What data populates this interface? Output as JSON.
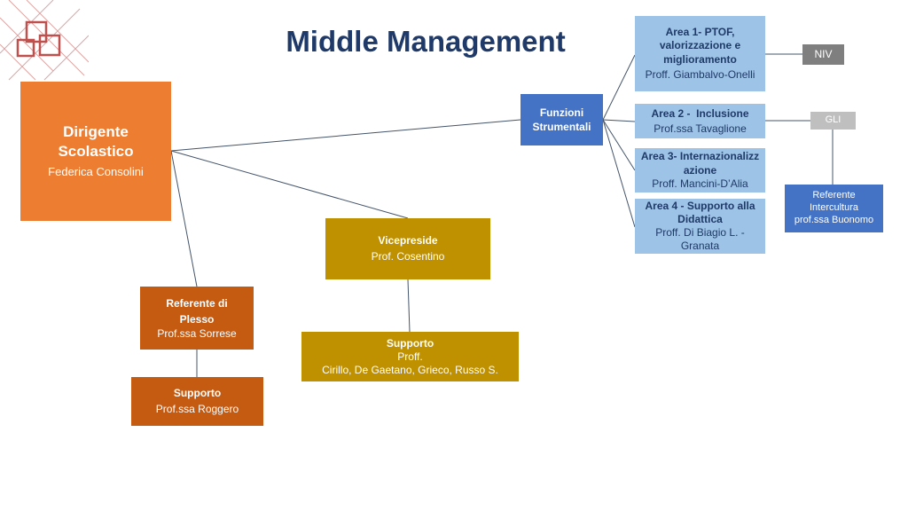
{
  "title": "Middle Management",
  "logo": {
    "icon": "school-logo-icon",
    "color": "#c0504d"
  },
  "colors": {
    "dirigente": "#ed7d31",
    "referente_plesso": "#c55a11",
    "vicepreside": "#bf9000",
    "funzioni": "#4472c4",
    "aree": "#9dc3e6",
    "niv": "#7f7f7f",
    "gli": "#bfbfbf",
    "title": "#1f3a68"
  },
  "nodes": {
    "dirigente": {
      "title": "Dirigente Scolastico",
      "name": "Federica Consolini"
    },
    "vicepreside": {
      "title": "Vicepreside",
      "name": "Prof. Cosentino"
    },
    "supporto_vice": {
      "title": "Supporto",
      "line1": "Proff.",
      "line2": "Cirillo, De Gaetano, Grieco, Russo S."
    },
    "referente_plesso": {
      "title": "Referente di Plesso",
      "name": "Prof.ssa Sorrese"
    },
    "supporto_plesso": {
      "title": "Supporto",
      "name": "Prof.ssa Roggero"
    },
    "funzioni": {
      "title": "Funzioni Strumentali"
    },
    "area1": {
      "title": "Area 1- PTOF, valorizzazione e miglioramento",
      "name": "Proff. Giambalvo-Onelli"
    },
    "area2": {
      "title": "Area 2 -  Inclusione",
      "name": "Prof.ssa Tavaglione"
    },
    "area3": {
      "title": "Area 3- Internazionalizzazione",
      "name": "Proff. Mancini-D’Alia"
    },
    "area4": {
      "title": "Area 4 -  Supporto alla Didattica",
      "name": "Proff. Di Biagio L. - Granata"
    },
    "niv": {
      "title": "NIV"
    },
    "gli": {
      "title": "GLI"
    },
    "referente_intercultura": {
      "line1": "Referente",
      "line2": "Intercultura",
      "line3": "prof.ssa Buonomo"
    }
  }
}
